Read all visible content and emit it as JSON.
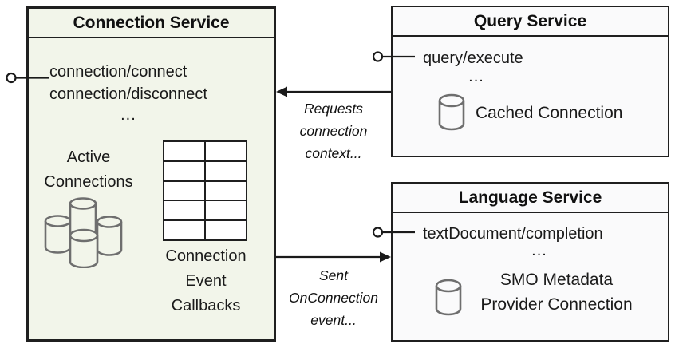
{
  "colors": {
    "connection_box_fill": "#f2f5ea",
    "service_box_fill": "#fafafb",
    "border": "#1f1f1f",
    "cylinder_stroke": "#6e6e6e",
    "arrow": "#1a1a1a"
  },
  "connection_service": {
    "title": "Connection Service",
    "methods": [
      "connection/connect",
      "connection/disconnect"
    ],
    "ellipsis": "...",
    "active_label": [
      "Active",
      "Connections"
    ],
    "callbacks_label": [
      "Connection",
      "Event",
      "Callbacks"
    ]
  },
  "query_service": {
    "title": "Query Service",
    "method": "query/execute",
    "ellipsis": "...",
    "cached_label": "Cached Connection"
  },
  "language_service": {
    "title": "Language Service",
    "method": "textDocument/completion",
    "ellipsis": "...",
    "provider_label": [
      "SMO Metadata",
      "Provider Connection"
    ]
  },
  "edges": {
    "requests": {
      "lines": [
        "Requests",
        "connection",
        "context..."
      ]
    },
    "sent": {
      "lines": [
        "Sent",
        "OnConnection",
        "event..."
      ]
    }
  }
}
